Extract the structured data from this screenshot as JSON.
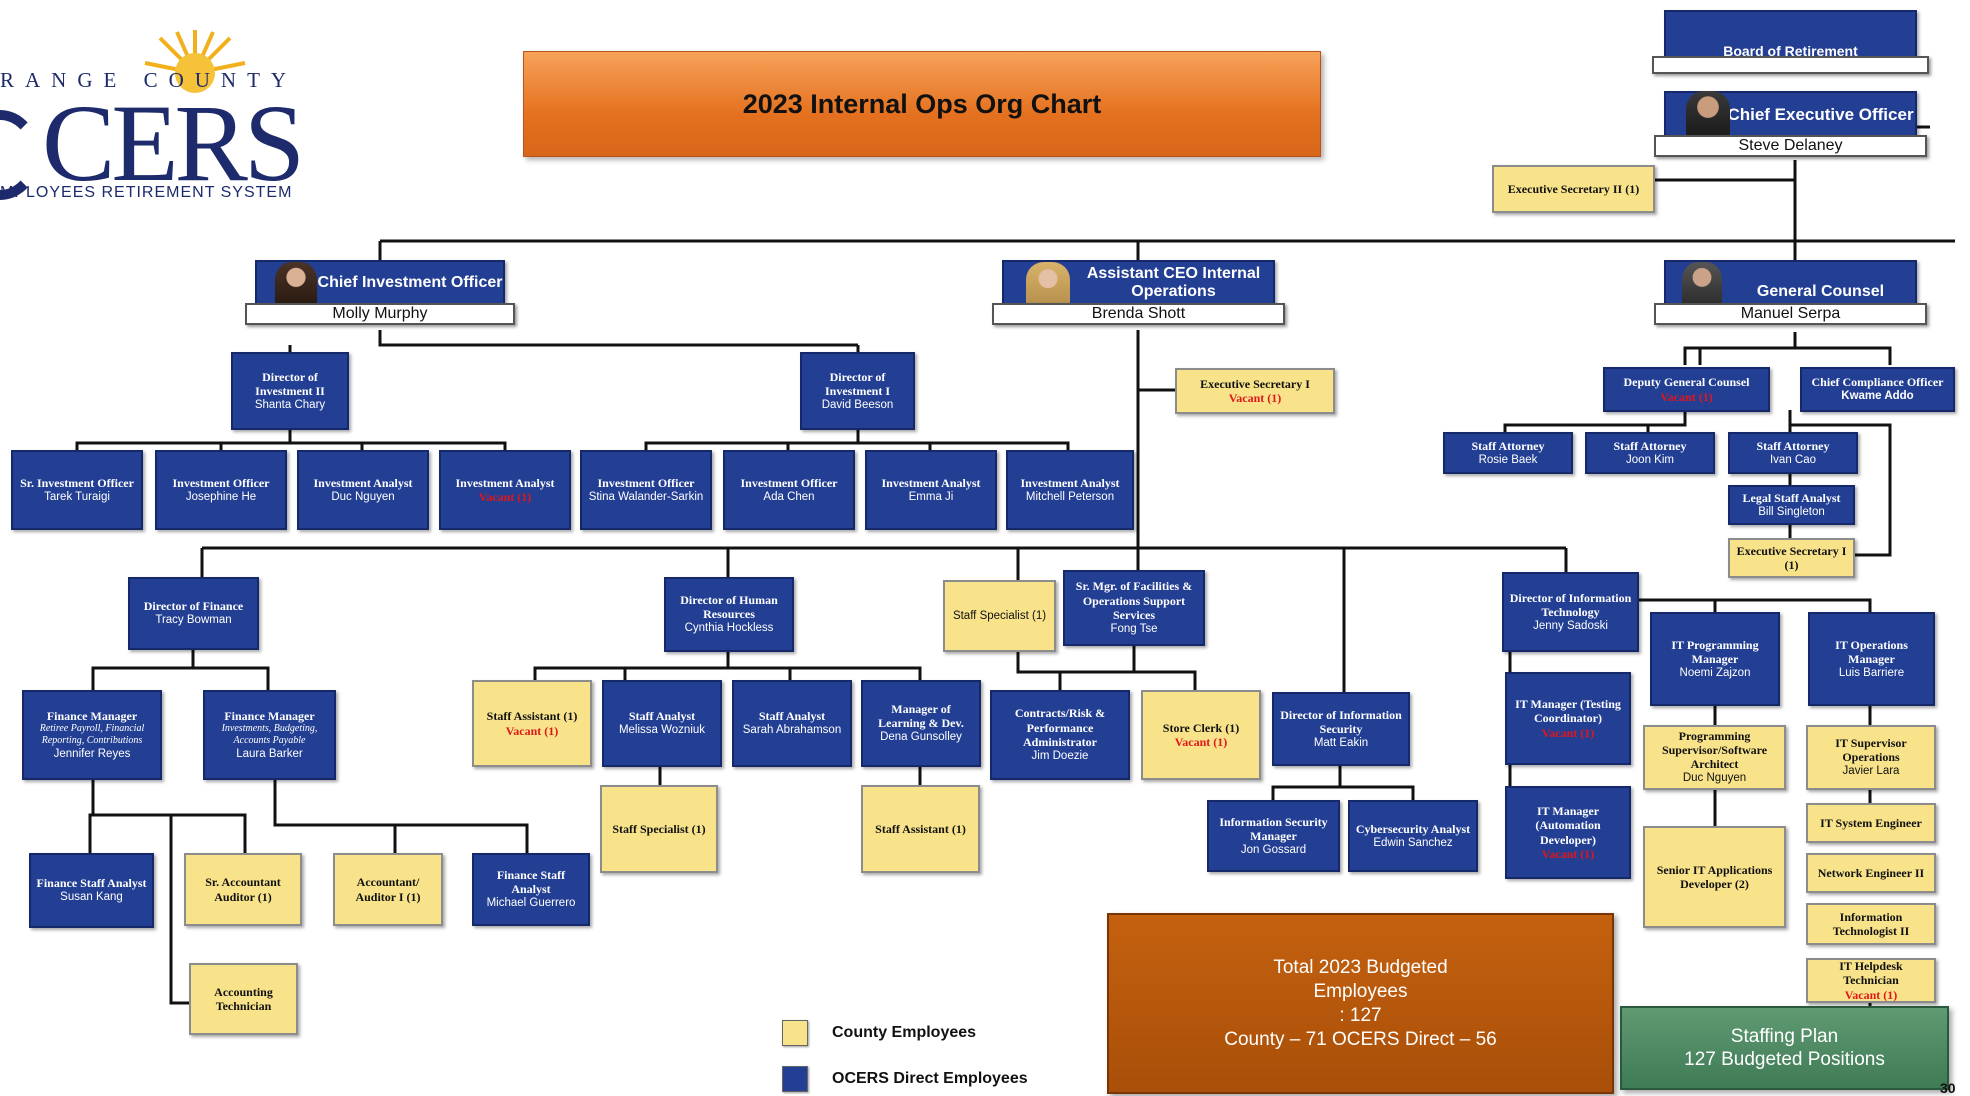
{
  "title": "2023 Internal Ops Org Chart",
  "logo": {
    "top": "RANGE COUNTY",
    "main": "CERS",
    "sub": "MPLOYEES RETIREMENT SYSTEM"
  },
  "colors": {
    "ocers_blue": "#233f93",
    "county_yellow": "#f8e38b",
    "banner_orange": "#e4711f",
    "total_orange": "#b5570c",
    "staffing_green": "#4d8a62"
  },
  "executives": {
    "board": "Board of Retirement",
    "ceo": {
      "title": "Chief Executive Officer",
      "name": "Steve Delaney"
    },
    "cio": {
      "title": "Chief Investment Officer",
      "name": "Molly Murphy"
    },
    "acoo": {
      "title": "Assistant CEO Internal Operations",
      "name": "Brenda Shott"
    },
    "gc": {
      "title": "General Counsel",
      "name": "Manuel Serpa"
    }
  },
  "positions": {
    "exec_sec_ceo": {
      "title": "Executive Secretary II (1)"
    },
    "dir_inv2": {
      "title": "Director of Investment II",
      "name": "Shanta Chary"
    },
    "dir_inv1": {
      "title": "Director of Investment I",
      "name": "David Beeson"
    },
    "exec_sec_1": {
      "title": "Executive Secretary I",
      "vacant": "Vacant (1)"
    },
    "deputy_gc": {
      "title": "Deputy General Counsel",
      "vacant": "Vacant (1)"
    },
    "cco": {
      "title": "Chief Compliance Officer",
      "name": "Kwame Addo"
    },
    "atty1": {
      "title": "Staff Attorney",
      "name": "Rosie Baek"
    },
    "atty2": {
      "title": "Staff Attorney",
      "name": "Joon Kim"
    },
    "atty3": {
      "title": "Staff Attorney",
      "name": "Ivan Cao"
    },
    "legal_analyst": {
      "title": "Legal Staff Analyst",
      "name": "Bill Singleton"
    },
    "exec_sec_legal": {
      "title": "Executive Secretary I",
      "count": "(1)"
    },
    "sr_inv_officer": {
      "title": "Sr. Investment Officer",
      "name": "Tarek Turaigi"
    },
    "inv_officer1": {
      "title": "Investment Officer",
      "name": "Josephine He"
    },
    "inv_analyst1": {
      "title": "Investment Analyst",
      "name": "Duc Nguyen"
    },
    "inv_analyst2": {
      "title": "Investment Analyst",
      "vacant": "Vacant (1)"
    },
    "inv_officer2": {
      "title": "Investment Officer",
      "name": "Stina Walander-Sarkin"
    },
    "inv_officer3": {
      "title": "Investment Officer",
      "name": "Ada Chen"
    },
    "inv_analyst3": {
      "title": "Investment Analyst",
      "name": "Emma Ji"
    },
    "inv_analyst4": {
      "title": "Investment Analyst",
      "name": "Mitchell Peterson"
    },
    "dir_finance": {
      "title": "Director of Finance",
      "name": "Tracy Bowman"
    },
    "dir_hr": {
      "title": "Director of Human Resources",
      "name": "Cynthia Hockless"
    },
    "staff_specialist_fac": {
      "title": "Staff Specialist (1)"
    },
    "sr_mgr_fac": {
      "title": "Sr. Mgr. of Facilities & Operations Support Services",
      "name": "Fong Tse"
    },
    "dir_it": {
      "title": "Director of Information Technology",
      "name": "Jenny Sadoski"
    },
    "fin_mgr1": {
      "title": "Finance Manager",
      "detail": "Retiree Payroll, Financial Reporting, Contributions",
      "name": "Jennifer Reyes"
    },
    "fin_mgr2": {
      "title": "Finance Manager",
      "detail": "Investments, Budgeting, Accounts Payable",
      "name": "Laura Barker"
    },
    "hr_staff_asst": {
      "title": "Staff Assistant (1)",
      "vacant": "Vacant (1)"
    },
    "hr_analyst1": {
      "title": "Staff Analyst",
      "name": "Melissa Wozniuk"
    },
    "hr_analyst2": {
      "title": "Staff Analyst",
      "name": "Sarah Abrahamson"
    },
    "hr_mgr_ld": {
      "title": "Manager of Learning & Dev.",
      "name": "Dena Gunsolley"
    },
    "contracts": {
      "title": "Contracts/Risk & Performance Administrator",
      "name": "Jim Doezie"
    },
    "store_clerk": {
      "title": "Store Clerk (1)",
      "vacant": "Vacant (1)"
    },
    "dir_infosec": {
      "title": "Director of Information Security",
      "name": "Matt Eakin"
    },
    "it_mgr_test": {
      "title": "IT Manager (Testing Coordinator)",
      "vacant": "Vacant (1)"
    },
    "it_mgr_auto": {
      "title": "IT Manager (Automation Developer)",
      "vacant": "Vacant (1)"
    },
    "it_prog_mgr": {
      "title": "IT Programming Manager",
      "name": "Noemi Zajzon"
    },
    "it_ops_mgr": {
      "title": "IT Operations Manager",
      "name": "Luis Barriere"
    },
    "prog_sup": {
      "title": "Programming Supervisor/Software Architect",
      "name": "Duc Nguyen"
    },
    "sr_it_dev": {
      "title": "Senior IT Applications Developer (2)"
    },
    "it_sup_ops": {
      "title": "IT Supervisor Operations",
      "name": "Javier Lara"
    },
    "it_sys_eng": {
      "title": "IT System Engineer"
    },
    "net_eng": {
      "title": "Network Engineer II"
    },
    "info_tech": {
      "title": "Information Technologist II"
    },
    "helpdesk": {
      "title": "IT Helpdesk Technician",
      "vacant": "Vacant (1)"
    },
    "hr_staff_specialist": {
      "title": "Staff Specialist (1)"
    },
    "hr_staff_asst2": {
      "title": "Staff Assistant (1)"
    },
    "infosec_mgr": {
      "title": "Information Security Manager",
      "name": "Jon Gossard"
    },
    "cyber_analyst": {
      "title": "Cybersecurity Analyst",
      "name": "Edwin Sanchez"
    },
    "fin_staff_analyst1": {
      "title": "Finance Staff Analyst",
      "name": "Susan Kang"
    },
    "sr_accountant": {
      "title": "Sr. Accountant Auditor (1)"
    },
    "accountant": {
      "title": "Accountant/ Auditor I (1)"
    },
    "fin_staff_analyst2": {
      "title": "Finance Staff Analyst",
      "name": "Michael Guerrero"
    },
    "acct_tech": {
      "title": "Accounting Technician"
    }
  },
  "total_box": {
    "line1": "Total 2023 Budgeted",
    "line2": "Employees",
    "line3": ": 127",
    "line4": "County – 71 OCERS Direct – 56"
  },
  "staffing_plan": {
    "line1": "Staffing Plan",
    "line2": "127 Budgeted Positions"
  },
  "legend": {
    "county": "County Employees",
    "ocers": "OCERS Direct Employees"
  },
  "page_number": "30"
}
